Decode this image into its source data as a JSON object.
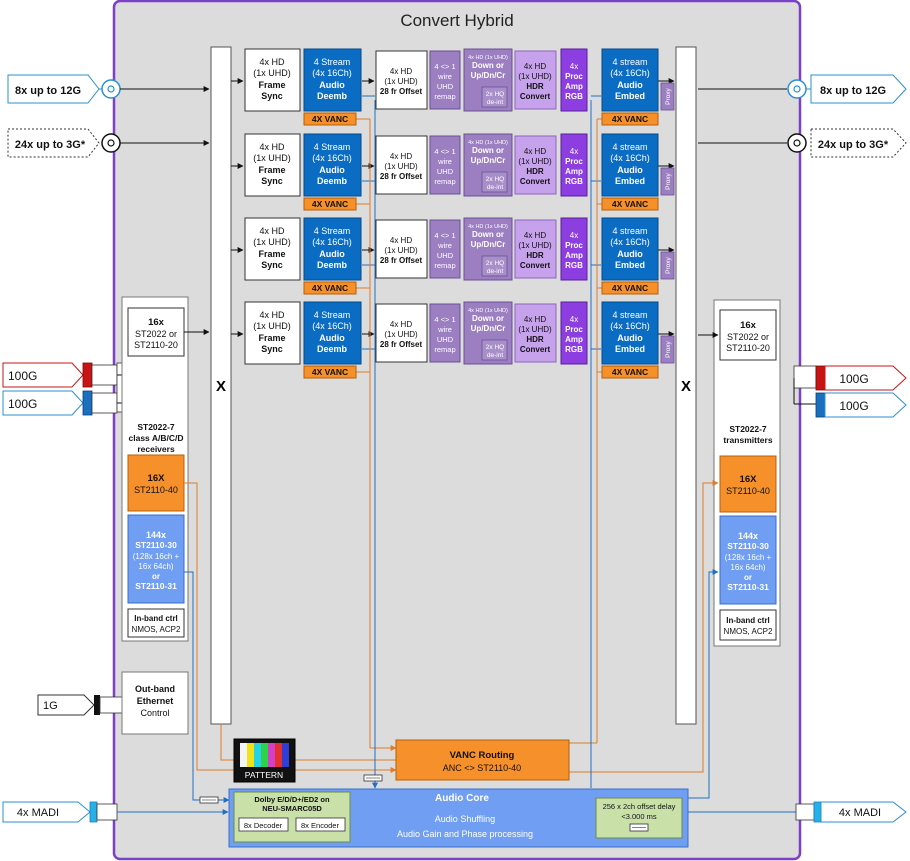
{
  "title": "Convert Hybrid",
  "colors": {
    "frame_border": "#7b3fc8",
    "frame_fill": "#dcdcdc",
    "blue_dark": "#0b6cc4",
    "blue_light": "#6f9ef2",
    "orange": "#f5902a",
    "purple_mid": "#9b7fc1",
    "purple_light": "#c7a2ec",
    "purple_bright": "#8c3ee0",
    "green_light": "#c9e0a8",
    "teal": "#1a7fc2",
    "red": "#c81414"
  },
  "io": {
    "left_12g": "8x up to 12G",
    "left_3g": "24x up to 3G*",
    "right_12g": "8x up to 12G",
    "right_3g": "24x up to 3G*",
    "left_100g_a": "100G",
    "left_100g_b": "100G",
    "right_100g_a": "100G",
    "right_100g_b": "100G",
    "left_1g": "1G",
    "left_madi": "4x MADI",
    "right_madi": "4x MADI"
  },
  "rx": {
    "count": "16x",
    "proto_1": "ST2022 or",
    "proto_2": "ST2110-20",
    "class_1": "ST2022-7",
    "class_2": "class A/B/C/D",
    "class_3": "receivers",
    "anc_count": "16X",
    "anc_proto": "ST2110-40",
    "audio_count": "144x",
    "audio_proto": "ST2110-30",
    "audio_detail_1": "(128x 16ch +",
    "audio_detail_2": "16x 64ch)",
    "audio_or": "or",
    "audio_alt": "ST2110-31",
    "ctrl_title": "In-band ctrl",
    "ctrl_detail": "NMOS, ACP2"
  },
  "tx": {
    "count": "16x",
    "proto_1": "ST2022 or",
    "proto_2": "ST2110-20",
    "class_1": "ST2022-7",
    "class_2": "transmitters",
    "anc_count": "16X",
    "anc_proto": "ST2110-40",
    "audio_count": "144x",
    "audio_proto": "ST2110-30",
    "audio_detail_1": "(128x 16ch +",
    "audio_detail_2": "16x 64ch)",
    "audio_or": "or",
    "audio_alt": "ST2110-31",
    "ctrl_title": "In-band ctrl",
    "ctrl_detail": "NMOS, ACP2"
  },
  "outband": {
    "line_1": "Out-band",
    "line_2": "Ethernet",
    "line_3": "Control"
  },
  "crosspoint_label": "X",
  "chain": {
    "fs_1": "4x HD",
    "fs_2": "(1x UHD)",
    "fs_3": "Frame",
    "fs_4": "Sync",
    "deemb_1": "4 Stream",
    "deemb_2": "(4x 16Ch)",
    "deemb_3": "Audio",
    "deemb_4": "Deemb",
    "vanc_in": "4X VANC",
    "offset_1": "4x HD",
    "offset_2": "(1x UHD)",
    "offset_3": "28 fr Offset",
    "remap_1": "4 <> 1",
    "remap_2": "wire",
    "remap_3": "UHD",
    "remap_4": "remap",
    "down_1": "4x HD (1x UHD)",
    "down_2": "Down or",
    "down_3": "Up/Dn/Cr",
    "down_4": "2x HQ",
    "down_5": "de-int",
    "hdr_1": "4x HD",
    "hdr_2": "(1x UHD)",
    "hdr_3": "HDR",
    "hdr_4": "Convert",
    "proc_1": "4x",
    "proc_2": "Proc",
    "proc_3": "Amp",
    "proc_4": "RGB",
    "emb_1": "4 stream",
    "emb_2": "(4x 16Ch)",
    "emb_3": "Audio",
    "emb_4": "Embed",
    "proxy": "Proxy",
    "vanc_out": "4X VANC"
  },
  "pattern_label": "PATTERN",
  "vanc_routing": {
    "title": "VANC Routing",
    "detail": "ANC <> ST2110-40"
  },
  "audio_core": {
    "title": "Audio Core",
    "line_1": "Audio Shuffling",
    "line_2": "Audio Gain and Phase processing",
    "dolby_1": "Dolby E/D/D+/ED2 on",
    "dolby_2": "NEU-SMARC05D",
    "decoder": "8x Decoder",
    "encoder": "8x Encoder",
    "delay_1": "256 x 2ch offset delay",
    "delay_2": "<3.000 ms"
  }
}
